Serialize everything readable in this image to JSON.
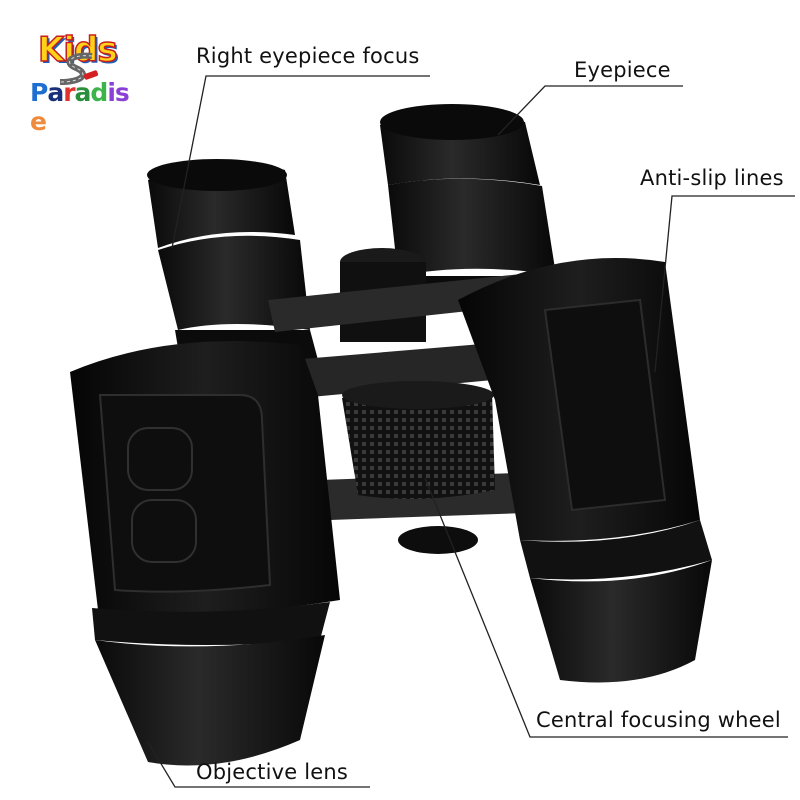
{
  "logo": {
    "word1": "Kids",
    "word2_letters": [
      "P",
      "a",
      "r",
      "a",
      "d",
      "i",
      "s",
      "e"
    ],
    "word2_colors": [
      "#1f6fd1",
      "#1a2f7a",
      "#e0312a",
      "#2a8f3a",
      "#3bb54a",
      "#8a3fd6",
      "#8a3fd6",
      "#f08a3c"
    ],
    "kids_color": "#ffd21a"
  },
  "labels": {
    "right_eyepiece_focus": "Right eyepiece focus",
    "eyepiece": "Eyepiece",
    "anti_slip_lines": "Anti-slip lines",
    "central_focusing_wheel": "Central focusing wheel",
    "objective_lens": "Objective lens"
  },
  "colors": {
    "body": "#0c0c0c",
    "highlight": "#3a3a3a",
    "leader_line": "#222222",
    "background": "#ffffff"
  }
}
